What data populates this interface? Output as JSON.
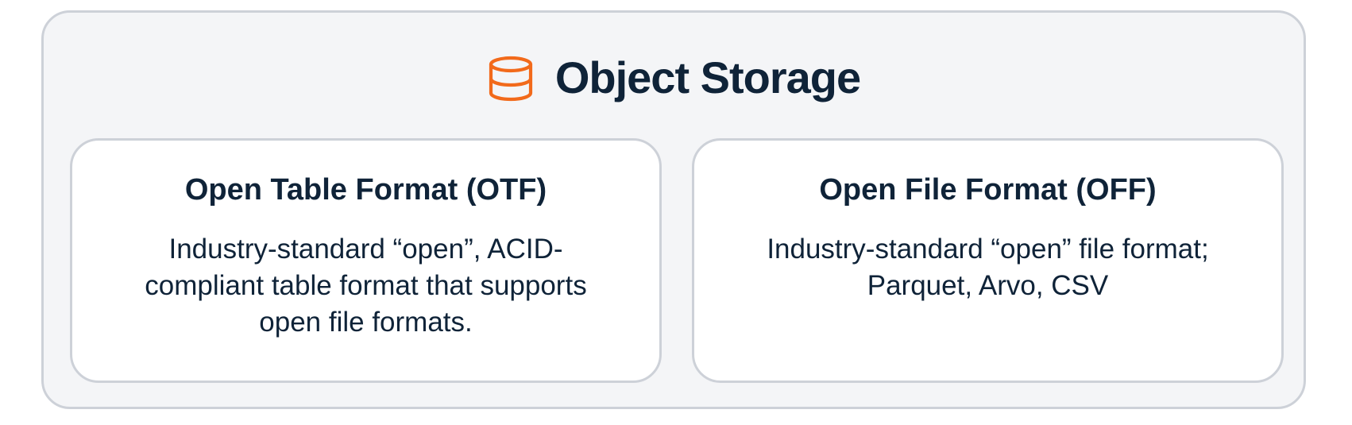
{
  "diagram": {
    "header": {
      "icon": "database-icon",
      "icon_color": "#f26a1b",
      "title": "Object Storage"
    },
    "cards": [
      {
        "title": "Open Table Format (OTF)",
        "description_lines": [
          "Industry-standard “open”, ACID-",
          "compliant table format that supports",
          "open file formats."
        ]
      },
      {
        "title": "Open File Format (OFF)",
        "description_lines": [
          "Industry-standard “open” file format;",
          "Parquet, Arvo, CSV"
        ]
      }
    ],
    "colors": {
      "text": "#0f2338",
      "border": "#cdd1d8",
      "container_bg": "#f4f5f7",
      "card_bg": "#ffffff",
      "accent": "#f26a1b"
    }
  }
}
